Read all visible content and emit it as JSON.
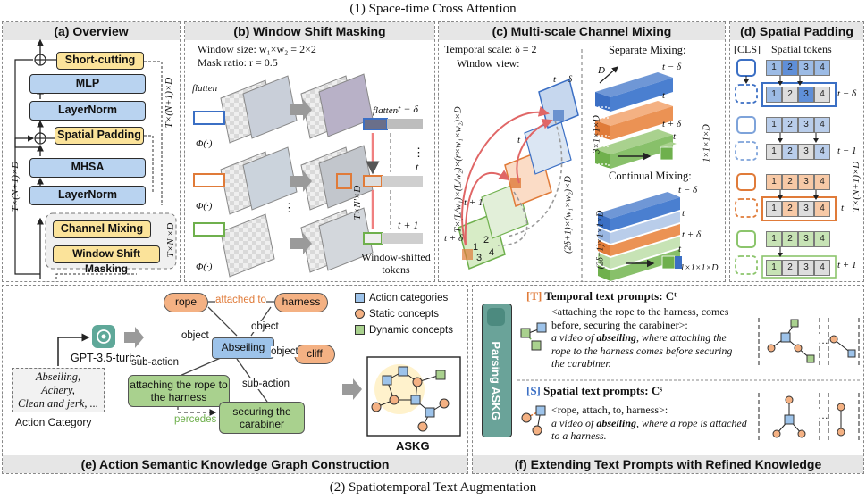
{
  "titles": {
    "top": "(1) Space-time Cross Attention",
    "bottom": "(2) Spatiotemporal Text Augmentation"
  },
  "panel_a": {
    "header": "(a) Overview",
    "blocks": {
      "short_cutting": "Short-cutting",
      "mlp": "MLP",
      "layernorm_top": "LayerNorm",
      "spatial_padding": "Spatial Padding",
      "mhsa": "MHSA",
      "layernorm_bottom": "LayerNorm",
      "channel_mixing": "Channel Mixing",
      "window_shift_masking": "Window Shift Masking"
    },
    "dim_left": "T×(N+1)×D",
    "dim_right_top": "T×(N+1)×D",
    "dim_right_bottom": "T×N'×D"
  },
  "panel_b": {
    "header": "(b) Window Shift Masking",
    "window_size": "Window size: w₁×w₂ = 2×2",
    "mask_ratio": "Mask ratio: r = 0.5",
    "flatten_left": "flatten",
    "flatten_right": "flatten",
    "phi_labels": [
      "Φ(·)",
      "Φ(·)",
      "Φ(·)"
    ],
    "time_labels": [
      "t − δ",
      "t",
      "t + 1"
    ],
    "dim_label": "T×N'×D",
    "caption_line1": "Window-shifted",
    "caption_line2": "tokens",
    "ellipsis": "⋮"
  },
  "panel_c": {
    "header": "(c) Multi-scale Channel Mixing",
    "temporal_scale": "Temporal scale: δ = 2",
    "window_view": "Window view:",
    "left_dim": "T×(L/w₁)×(L/w₂)×(r×w₁×w₂)×D",
    "left_times": [
      "t − δ",
      "t",
      "t + 1",
      "t + δ"
    ],
    "window_cells": [
      "1",
      "2",
      "3",
      "4"
    ],
    "mid_dim": "(2δ+1)×(w₁×w₂)×D",
    "separate_title": "Separate Mixing:",
    "separate_times": [
      "t − δ",
      "t",
      "t + δ",
      "t"
    ],
    "separate_dim": "3×1×1×D",
    "separate_out": "1×1×1×D",
    "continual_title": "Continual Mixing:",
    "continual_times": [
      "t − δ",
      "t",
      "t + δ",
      "t"
    ],
    "continual_dim": "(2δ+1)×1×1×D",
    "continual_out": "1×1×1×D",
    "depth_label": "D",
    "face_digits": [
      "1",
      "2",
      "3"
    ]
  },
  "panel_d": {
    "header": "(d) Spatial Padding",
    "cls_label": "[CLS]",
    "spatial_label": "Spatial tokens",
    "token_digits": [
      "1",
      "2",
      "3",
      "4"
    ],
    "time_labels": [
      "t − δ",
      "t − 1",
      "t",
      "t + 1"
    ],
    "dim_label": "T×(N+1)×D"
  },
  "panel_e": {
    "footer": "(e) Action Semantic Knowledge Graph Construction",
    "llm_name": "GPT-3.5-turbo",
    "input_text": [
      "Abseiling,",
      "Achery,",
      "Clean and jerk, ..."
    ],
    "input_label": "Action Category",
    "nodes": {
      "rope": "rope",
      "harness": "harness",
      "abseiling": "Abseiling",
      "cliff": "cliff",
      "sub1": "attaching the rope to the harness",
      "sub2": "securing the carabiner"
    },
    "edges": {
      "attached_to": "attached to",
      "object1": "object",
      "object2": "object",
      "object3": "object",
      "sub_action1": "sub-action",
      "sub_action2": "sub-action",
      "percedes": "percedes"
    },
    "legend": [
      "Action categories",
      "Static concepts",
      "Dynamic concepts"
    ],
    "graph_label": "ASKG",
    "colors": {
      "action": "#9dc3ea",
      "static": "#f4b183",
      "dynamic": "#a9d18e"
    }
  },
  "panel_f": {
    "footer": "(f) Extending Text Prompts with Refined Knowledge",
    "parsing_label": "Parsing ASKG",
    "temporal": {
      "tag": "[T]",
      "title": "Temporal text prompts: Cᵗ",
      "line1": "<attaching the rope to the harness, comes",
      "line2": "before, securing the carabiner>:",
      "line3a": "a video of ",
      "line3b": "abseiling",
      "line3c": ", where attaching the",
      "line4": "rope to the harness comes before securing",
      "line5": "the carabiner."
    },
    "spatial": {
      "tag": "[S]",
      "title": "Spatial text prompts: Cˢ",
      "line1": "<rope, attach, to, harness>:",
      "line2a": "a video of ",
      "line2b": "abseiling",
      "line2c": ", where a rope is attached",
      "line3": "to a harness."
    },
    "ellipsis": "…"
  }
}
